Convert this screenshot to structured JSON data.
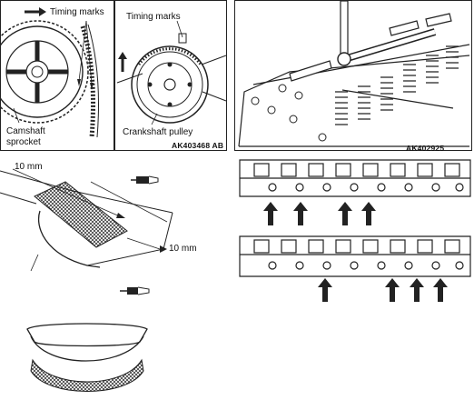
{
  "panel_camshaft": {
    "timing_marks": "Timing marks",
    "camshaft_sprocket_line1": "Camshaft",
    "camshaft_sprocket_line2": "sprocket"
  },
  "panel_crankshaft": {
    "timing_marks": "Timing marks",
    "crankshaft_pulley": "Crankshaft pulley",
    "figure_code": "AK403468 AB"
  },
  "panel_rocker": {
    "figure_code": "AK402925"
  },
  "panel_sealant": {
    "dimension_top": "10 mm",
    "dimension_bottom": "10 mm"
  }
}
